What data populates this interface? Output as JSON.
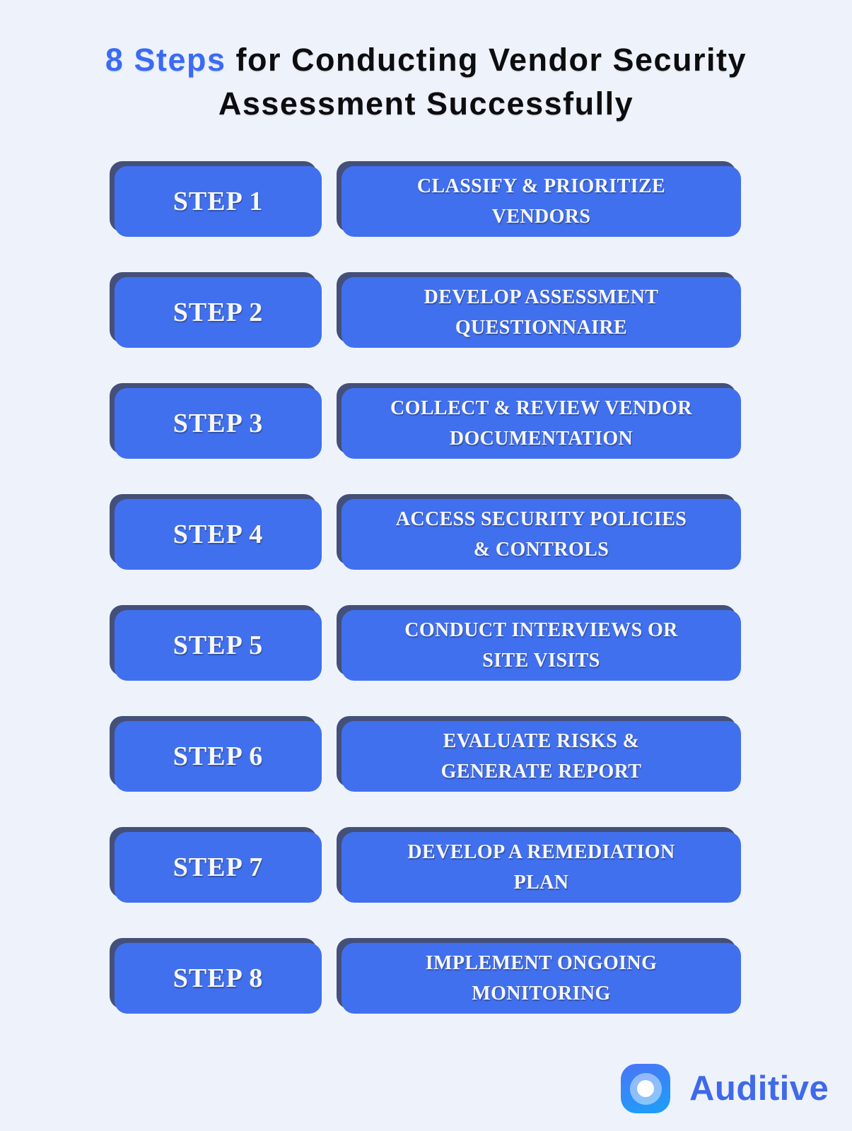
{
  "header": {
    "title_accent": "8 Steps",
    "title_rest": "for Conducting Vendor Security",
    "title_line2": "Assessment Successfully"
  },
  "steps": [
    {
      "label": "STEP 1",
      "line1": "CLASSIFY & PRIORITIZE",
      "line2": "VENDORS"
    },
    {
      "label": "STEP 2",
      "line1": "DEVELOP ASSESSMENT",
      "line2": "QUESTIONNAIRE"
    },
    {
      "label": "STEP 3",
      "line1": "COLLECT & REVIEW VENDOR",
      "line2": "DOCUMENTATION"
    },
    {
      "label": "STEP 4",
      "line1": "ACCESS SECURITY POLICIES",
      "line2": "& CONTROLS"
    },
    {
      "label": "STEP 5",
      "line1": "CONDUCT INTERVIEWS OR",
      "line2": "SITE VISITS"
    },
    {
      "label": "STEP 6",
      "line1": "EVALUATE RISKS &",
      "line2": "GENERATE REPORT"
    },
    {
      "label": "STEP 7",
      "line1": "DEVELOP A REMEDIATION",
      "line2": "PLAN"
    },
    {
      "label": "STEP 8",
      "line1": "IMPLEMENT ONGOING",
      "line2": "MONITORING"
    }
  ],
  "footer": {
    "brand": "Auditive",
    "logo_icon": "target-dot-icon"
  },
  "colors": {
    "background": "#eef2fb",
    "button_fill": "#4170ee",
    "button_shadow": "#445079",
    "button_text": "#f6f7fa",
    "title_text": "#0d0d10",
    "title_accent": "#3a6bf4",
    "brand_blue": "#3f69ea",
    "logo_gradient_top": "#4678f7",
    "logo_gradient_bottom": "#1f9df8"
  }
}
